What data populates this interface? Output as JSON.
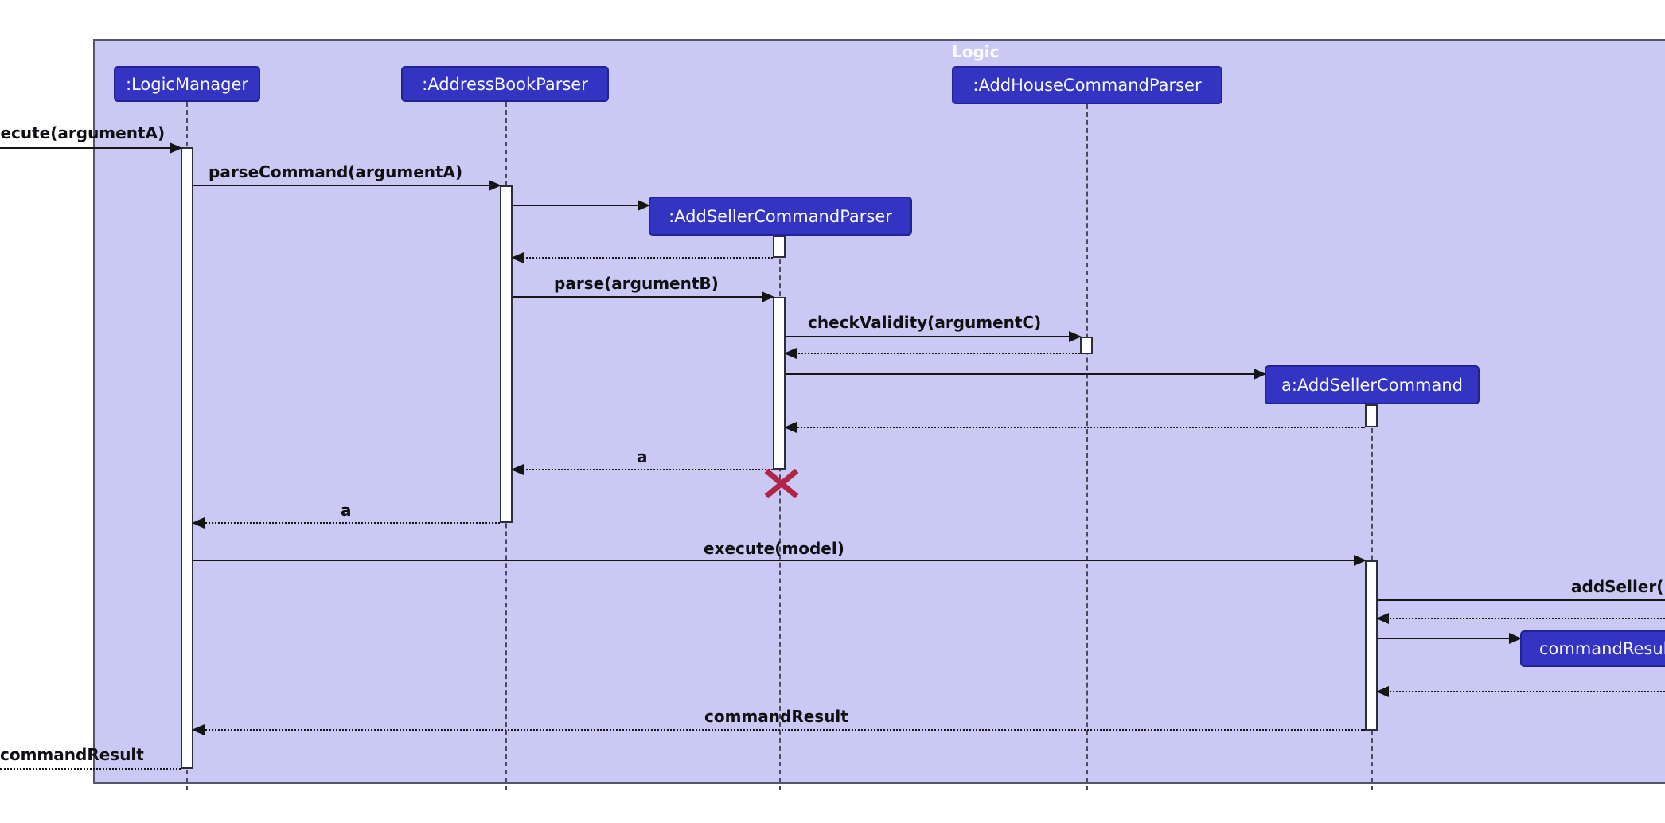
{
  "frame": {
    "title": "Logic"
  },
  "participants": {
    "logic_manager": ":LogicManager",
    "address_book_parser": ":AddressBookParser",
    "add_house_command_parser": ":AddHouseCommandParser",
    "add_seller_command_parser": ":AddSellerCommandParser",
    "add_seller_command": "a:AddSellerCommand",
    "command_result_object": "commandResult"
  },
  "messages": {
    "execute_argument_a": "execute(argumentA)",
    "parse_command": "parseCommand(argumentA)",
    "parse_argument_b": "parse(argumentB)",
    "check_validity": "checkValidity(argumentC)",
    "return_a_to_parser": "a",
    "return_a_to_logic_manager": "a",
    "execute_model": "execute(model)",
    "add_seller": "addSeller(",
    "return_command_result": "commandResult",
    "return_command_result_outer": "commandResult"
  },
  "colors": {
    "participant_fill": "#3434c2",
    "participant_border": "#222296",
    "frame_fill": "#c9c9f3",
    "frame_border": "#54546d",
    "destroy_x": "#b02447",
    "arrow": "#151515",
    "activation_fill": "#ffffff"
  }
}
